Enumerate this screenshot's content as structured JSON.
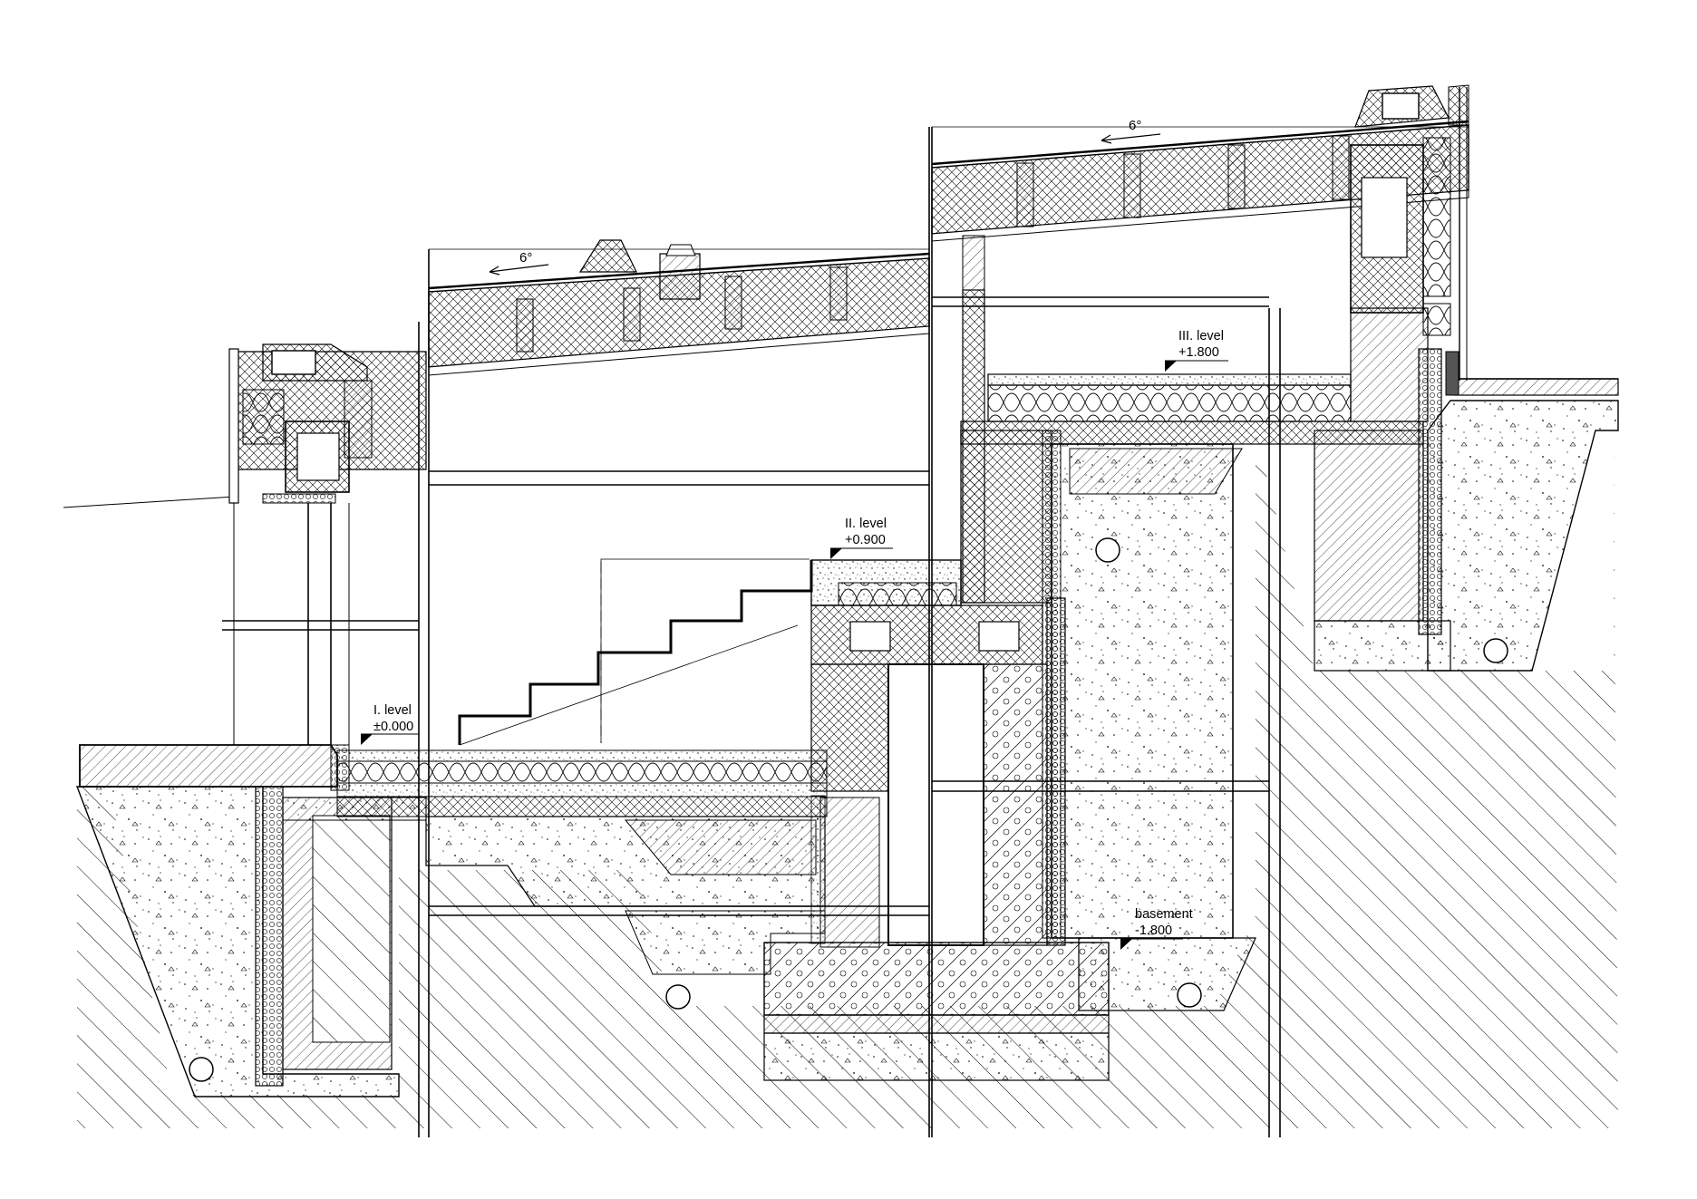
{
  "levels": {
    "level1": {
      "name": "I. level",
      "value": "±0.000"
    },
    "level2": {
      "name": "II. level",
      "value": "+0.900"
    },
    "level3": {
      "name": "III. level",
      "value": "+1.800"
    },
    "basement": {
      "name": "basement",
      "value": "-1.800"
    }
  },
  "roof_slopes": {
    "left": "6°",
    "right": "6°"
  },
  "colors": {
    "line": "#000000",
    "background": "#ffffff",
    "hatch": "#000000",
    "concrete_fill": "#ffffff"
  },
  "drawing_type": "architectural section detail",
  "icons": [
    "level-marker-icon",
    "drain-pipe-icon",
    "roof-vent-icon",
    "slope-arrow-icon"
  ]
}
